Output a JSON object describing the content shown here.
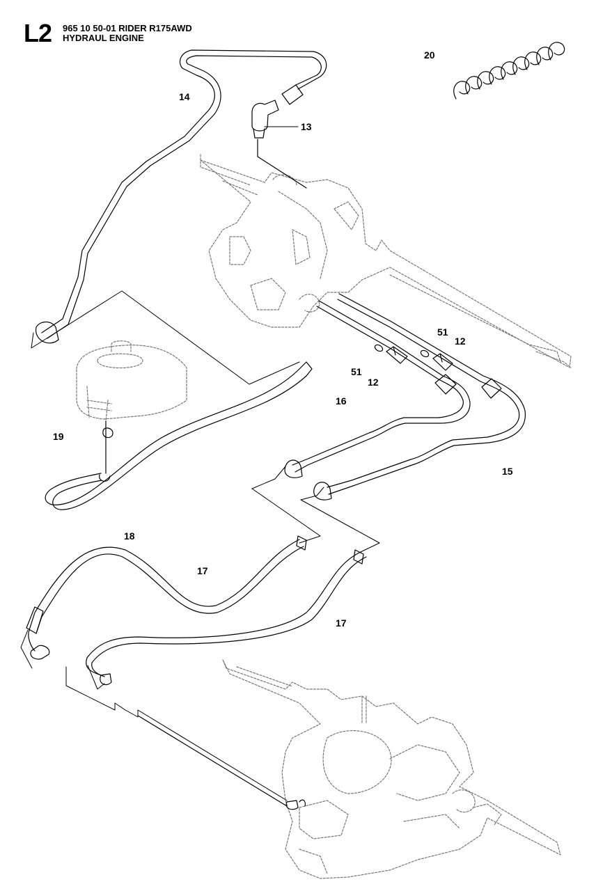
{
  "header": {
    "code": "L2",
    "line1": "965 10 50-01 RIDER R175AWD",
    "line2": "HYDRAUL ENGINE"
  },
  "callouts": [
    {
      "id": "c20",
      "label": "20"
    },
    {
      "id": "c14",
      "label": "14"
    },
    {
      "id": "c13",
      "label": "13"
    },
    {
      "id": "c51a",
      "label": "51"
    },
    {
      "id": "c12a",
      "label": "12"
    },
    {
      "id": "c51b",
      "label": "51"
    },
    {
      "id": "c12b",
      "label": "12"
    },
    {
      "id": "c16",
      "label": "16"
    },
    {
      "id": "c19",
      "label": "19"
    },
    {
      "id": "c15",
      "label": "15"
    },
    {
      "id": "c18",
      "label": "18"
    },
    {
      "id": "c17a",
      "label": "17"
    },
    {
      "id": "c17b",
      "label": "17"
    }
  ]
}
